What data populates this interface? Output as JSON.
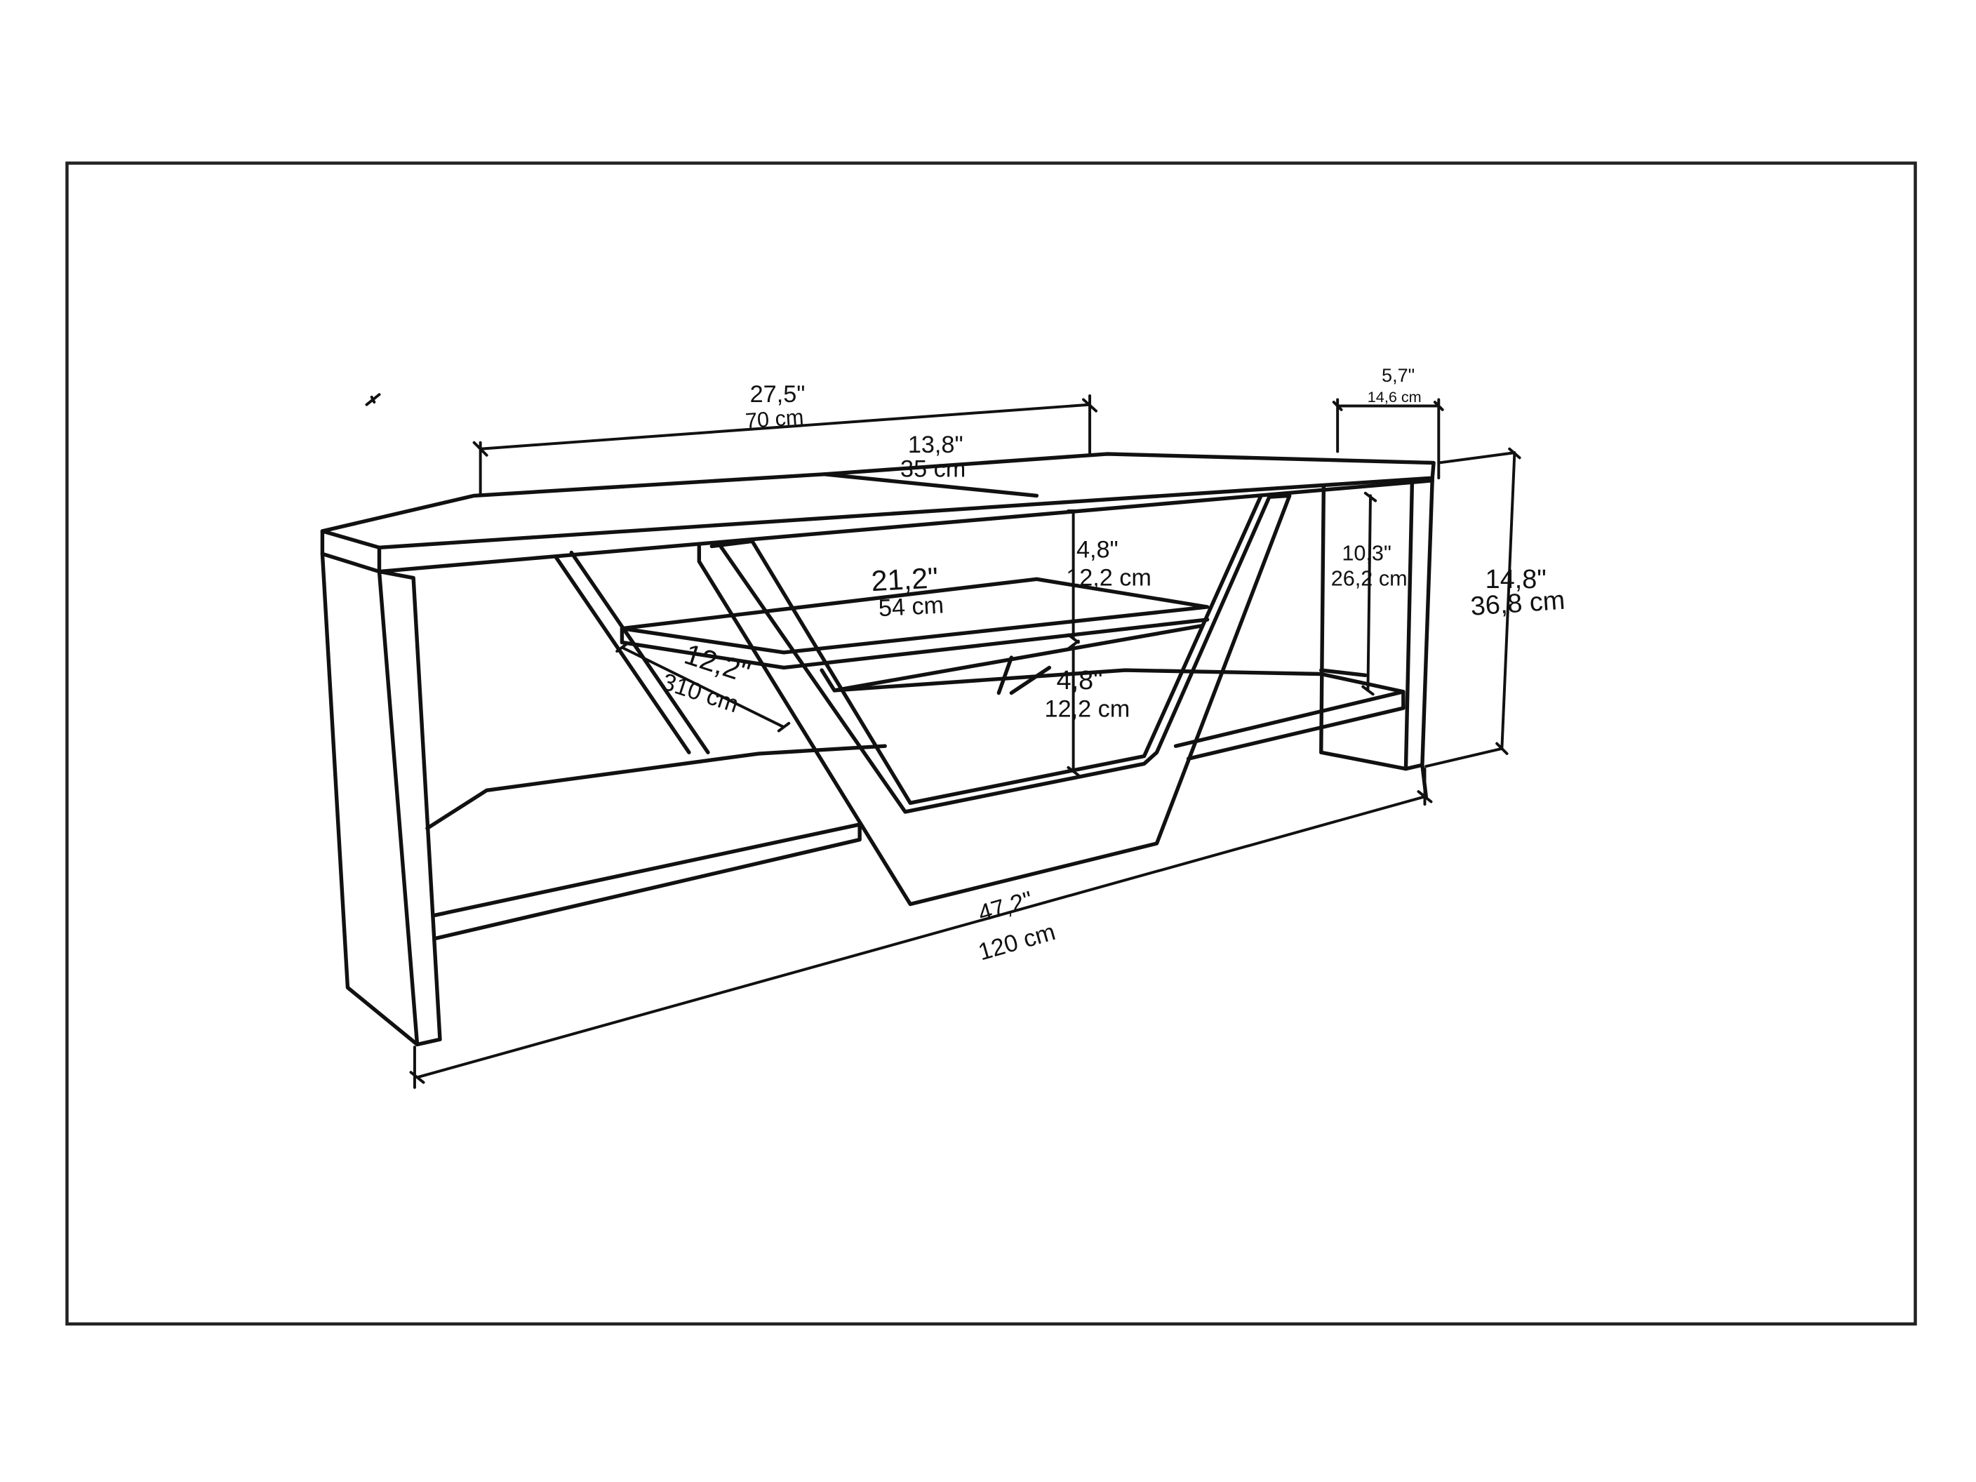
{
  "drawing": {
    "subject": "tv-stand-dimension-drawing",
    "dimensions": {
      "top_depth": {
        "imperial": "27,5\"",
        "metric": "70 cm"
      },
      "center_depth": {
        "imperial": "13,8\"",
        "metric": "35 cm"
      },
      "right_gap": {
        "imperial": "5,7\"",
        "metric": "14,6 cm"
      },
      "upper_opening": {
        "imperial": "4,8\"",
        "metric": "12,2 cm"
      },
      "lower_opening": {
        "imperial": "4,8\"",
        "metric": "12,2 cm"
      },
      "shelf_width": {
        "imperial": "21,2\"",
        "metric": "54 cm"
      },
      "shelf_depth": {
        "imperial": "12,2\"",
        "metric": "310 cm"
      },
      "right_inner_height": {
        "imperial": "10,3\"",
        "metric": "26,2 cm"
      },
      "total_height": {
        "imperial": "14,8\"",
        "metric": "36,8 cm"
      },
      "total_width": {
        "imperial": "47,2\"",
        "metric": "120 cm"
      }
    }
  }
}
